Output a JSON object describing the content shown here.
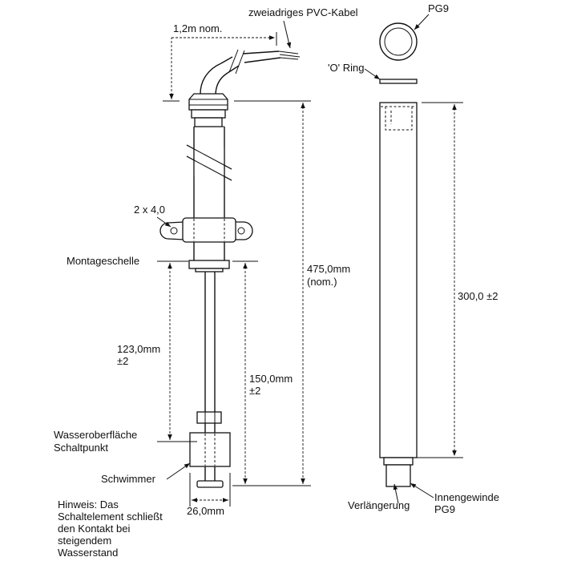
{
  "labels": {
    "cable": "zweiadriges PVC-Kabel",
    "cable_length": "1,2m nom.",
    "pg9": "PG9",
    "o_ring": "'O' Ring",
    "hole": "2 x 4,0",
    "mounting_clamp": "Montageschelle",
    "total_length_1": "475,0mm",
    "total_length_2": "(nom.)",
    "dim_123_1": "123,0mm",
    "dim_123_2": "±2",
    "dim_150_1": "150,0mm",
    "dim_150_2": "±2",
    "dim_300": "300,0 ±2",
    "water_surface_1": "Wasseroberfläche",
    "water_surface_2": "Schaltpunkt",
    "float": "Schwimmer",
    "diameter": "26,0mm",
    "extension": "Verlängerung",
    "thread_1": "Innengewinde",
    "thread_2": "PG9",
    "note_1": "Hinweis: Das",
    "note_2": "Schaltelement schließt",
    "note_3": "den Kontakt bei",
    "note_4": "steigendem",
    "note_5": "Wasserstand"
  }
}
